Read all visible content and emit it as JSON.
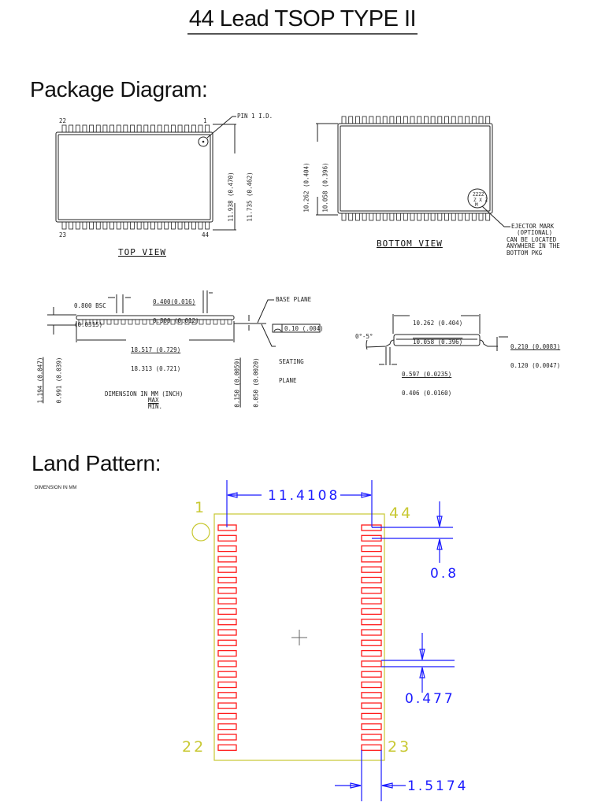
{
  "title": "44 Lead TSOP TYPE II",
  "package_section": {
    "heading": "Package Diagram:",
    "top_view": {
      "label": "TOP VIEW",
      "pin_labels": {
        "top_left": "22",
        "top_right": "1",
        "bottom_left": "23",
        "bottom_right": "44"
      },
      "pin1_callout": "PIN 1 I.D.",
      "height_dim_max": "11.938 (0.470)",
      "height_dim_min": "11.735 (0.462)"
    },
    "bottom_view": {
      "label": "BOTTOM VIEW",
      "height_dim_max": "10.262 (0.404)",
      "height_dim_min": "10.058 (0.396)",
      "ejector_note": [
        "EJECTOR MARK",
        "(OPTIONAL)",
        "CAN BE LOCATED",
        "ANYWHERE IN THE",
        "BOTTOM PKG"
      ]
    },
    "side_view": {
      "pitch_max": "0.800 BSC",
      "pitch_min": "(0.0315)",
      "lead_width_max": "0.400(0.016)",
      "lead_width_min": "0.300 (0.012)",
      "length_max": "18.517 (0.729)",
      "length_min": "18.313 (0.721)",
      "thickness_max": "1.194 (0.047)",
      "thickness_min": "0.991 (0.039)",
      "standoff_max": "0.150 (0.0059)",
      "standoff_min": "0.050 (0.0020)",
      "base_plane": "BASE PLANE",
      "seating_plane": [
        "SEATING",
        "PLANE"
      ],
      "coplanarity": "0.10 (.004)",
      "units_note": "DIMENSION IN MM (INCH)",
      "max_label": "MAX",
      "min_label": "MIN."
    },
    "end_view": {
      "width_max": "10.262 (0.404)",
      "width_min": "10.058 (0.396)",
      "angle": "0°-5°",
      "foot_max": "0.597 (0.0235)",
      "foot_min": "0.406 (0.0160)",
      "lead_thick_max": "0.210 (0.0083)",
      "lead_thick_min": "0.120 (0.0047)"
    }
  },
  "land_section": {
    "heading": "Land Pattern:",
    "units_note": "DIMENSION IN MM",
    "pin_labels": {
      "pin1": "1",
      "pin44": "44",
      "pin22": "22",
      "pin23": "23"
    },
    "dims": {
      "row_spacing": "11.4108",
      "pitch": "0.8",
      "pad_width": "0.477",
      "pad_length": "1.5174"
    },
    "pads_per_side": 22,
    "colors": {
      "pads": "#ff1a1a",
      "outline": "#c8c832",
      "dimensions": "#1a1aff",
      "center_mark": "#666666"
    }
  }
}
